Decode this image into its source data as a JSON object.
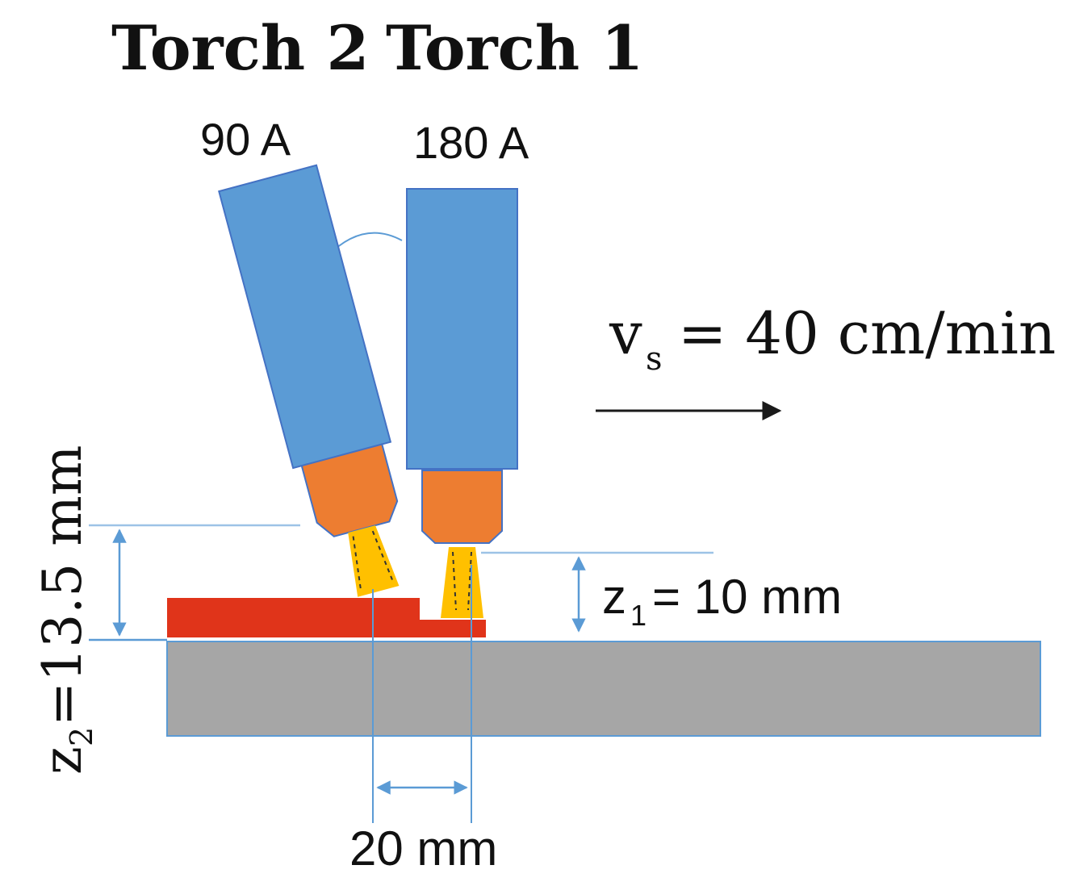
{
  "torch2": {
    "label": "Torch 2",
    "current": "90 A"
  },
  "torch1": {
    "label": "Torch 1",
    "current": "180 A"
  },
  "speed": {
    "symbol": "v",
    "subscript": "s",
    "value": "= 40 cm/min"
  },
  "z1": {
    "symbol": "z",
    "subscript": "1",
    "value": "= 10 mm"
  },
  "z2": {
    "symbol": "z",
    "subscript": "2",
    "value": "=13.5 mm"
  },
  "spacing": {
    "value": "20 mm"
  },
  "colors": {
    "torch_body": "#5b9bd5",
    "nozzle": "#ed7d31",
    "arc": "#ffc000",
    "deposit": "#e0341a",
    "substrate": "#a6a6a6",
    "dimension_line": "#5b9bd5"
  }
}
